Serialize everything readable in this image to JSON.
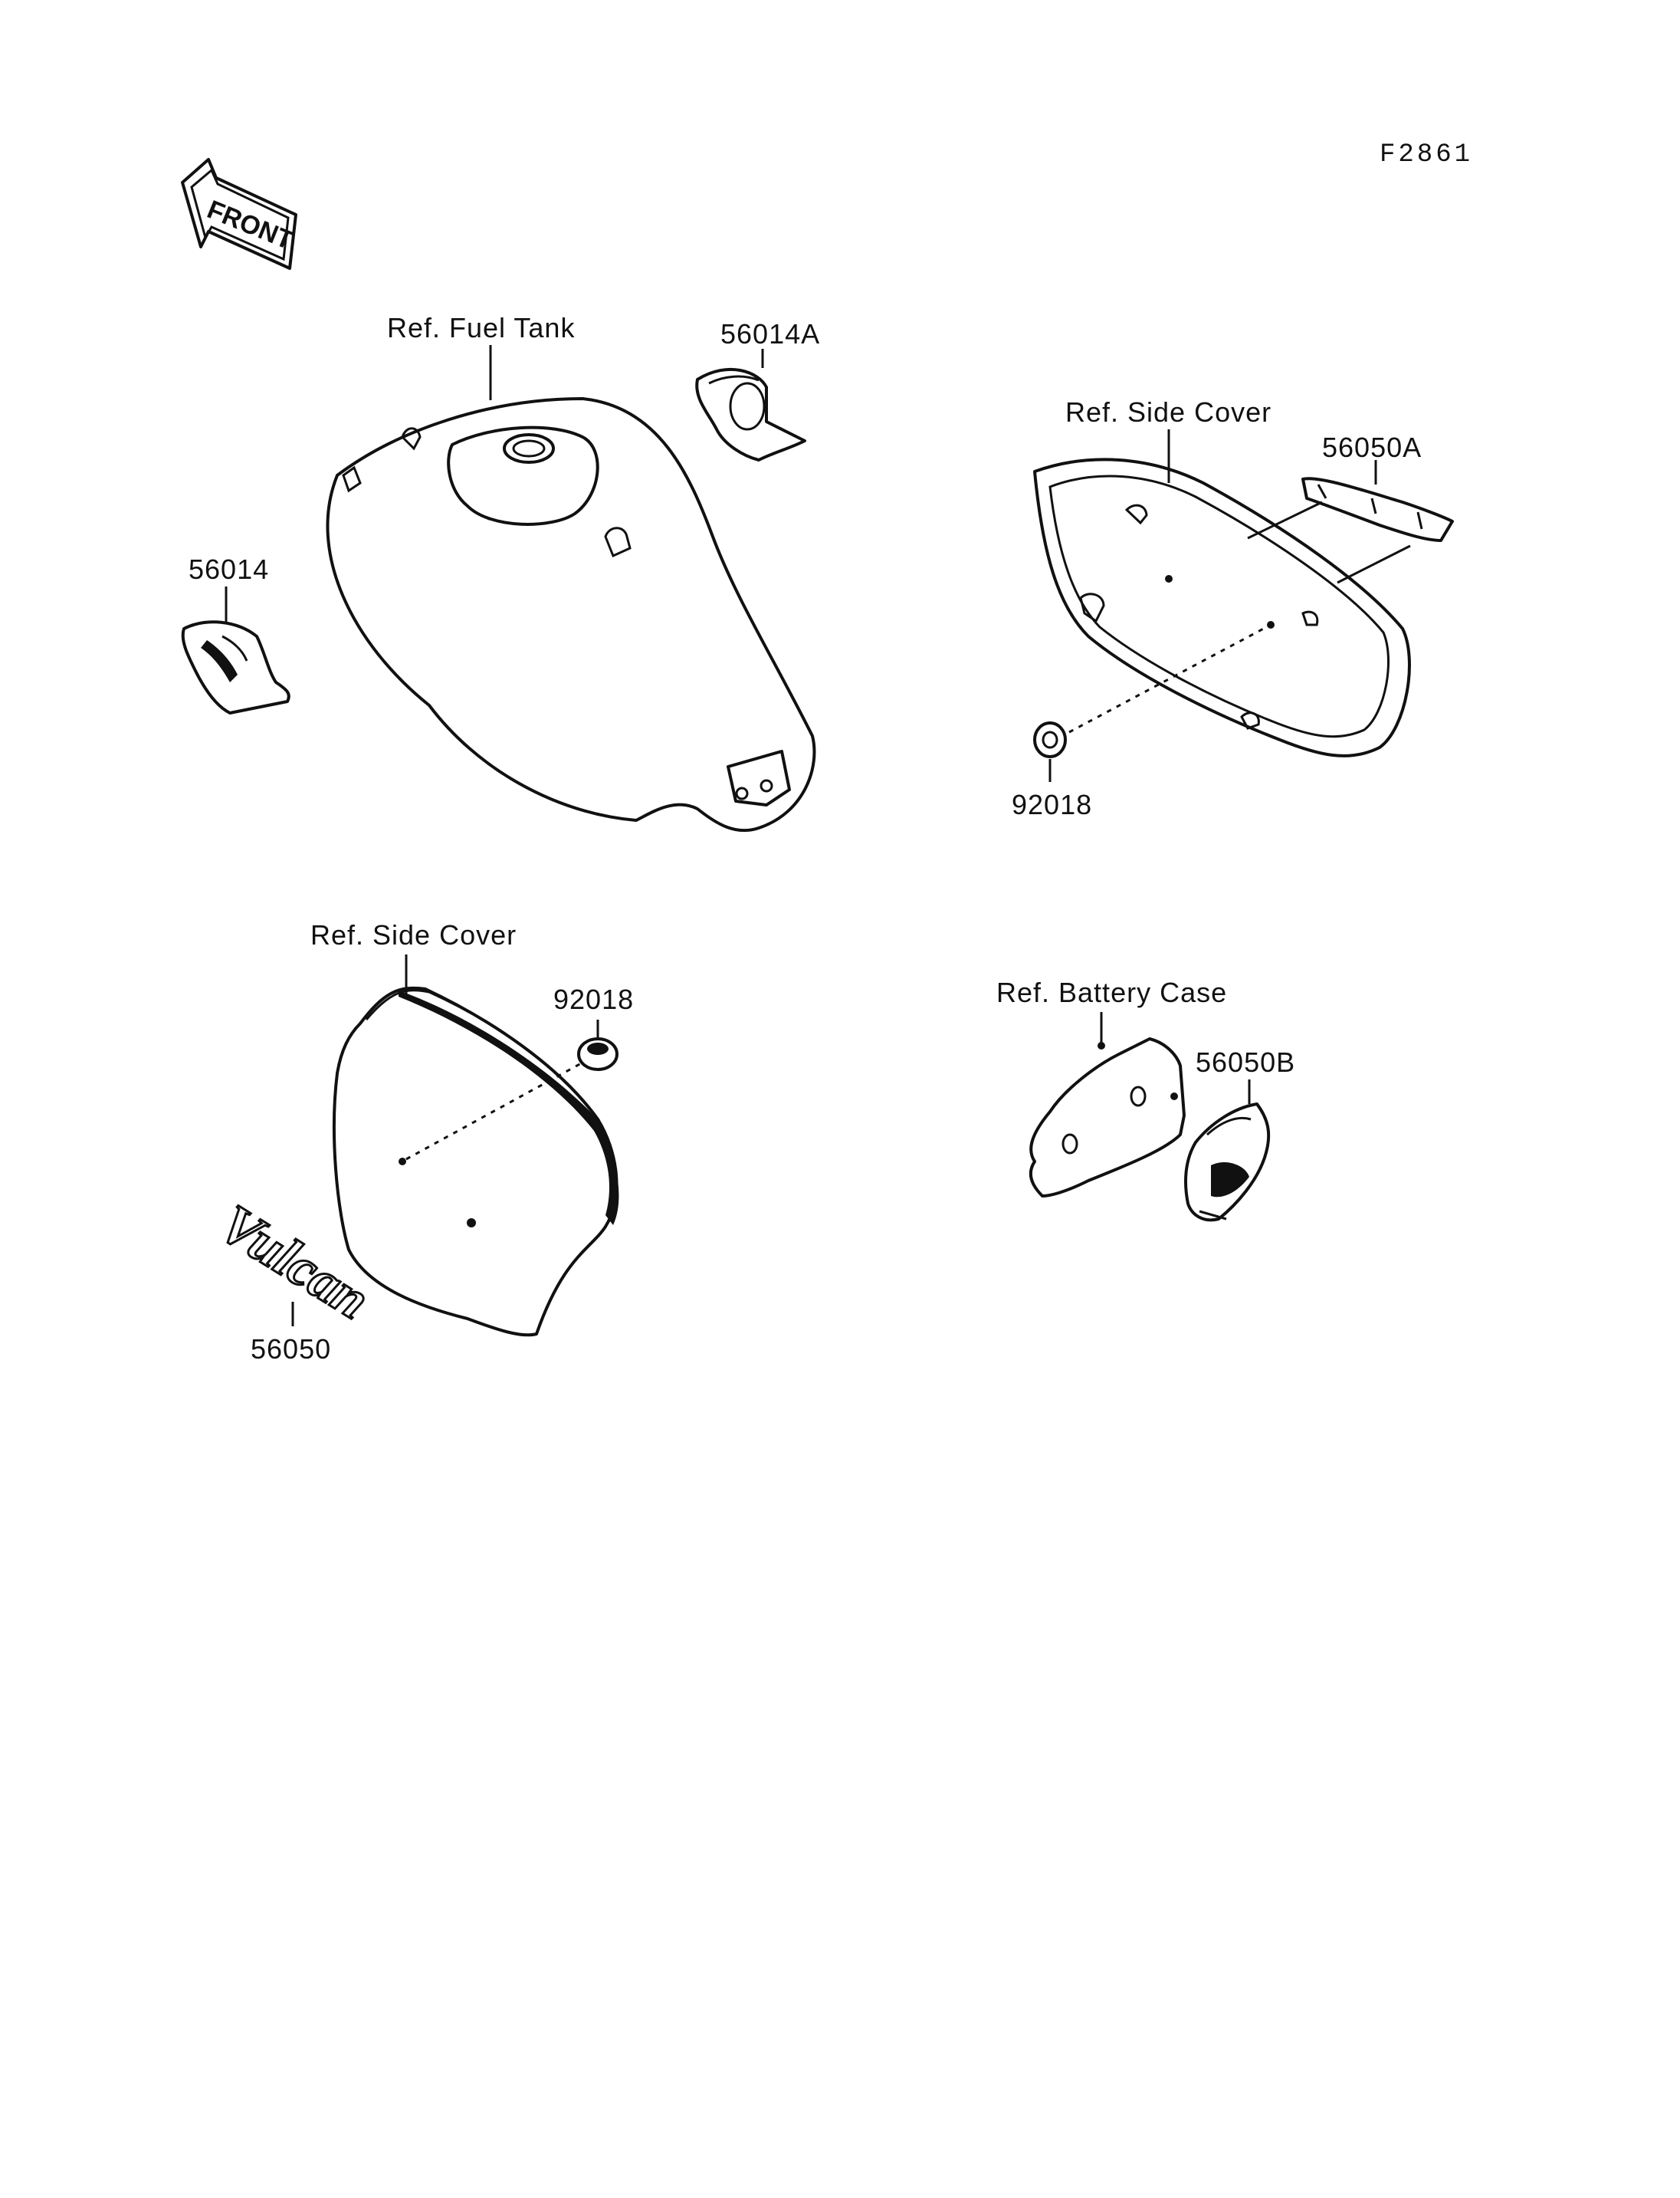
{
  "figure_code": "F2861",
  "front_arrow": {
    "label": "FRONT",
    "icon": "front-direction-arrow-icon"
  },
  "labels": {
    "fuel_tank": "Ref. Fuel Tank",
    "side_cover_right": "Ref. Side Cover",
    "side_cover_left": "Ref. Side Cover",
    "battery_case": "Ref. Battery Case"
  },
  "parts": {
    "p56014A": "56014A",
    "p56014": "56014",
    "p56050A": "56050A",
    "p92018_right": "92018",
    "p92018_left": "92018",
    "p56050": "56050",
    "p56050B": "56050B"
  },
  "emblem_text": "Vulcan"
}
